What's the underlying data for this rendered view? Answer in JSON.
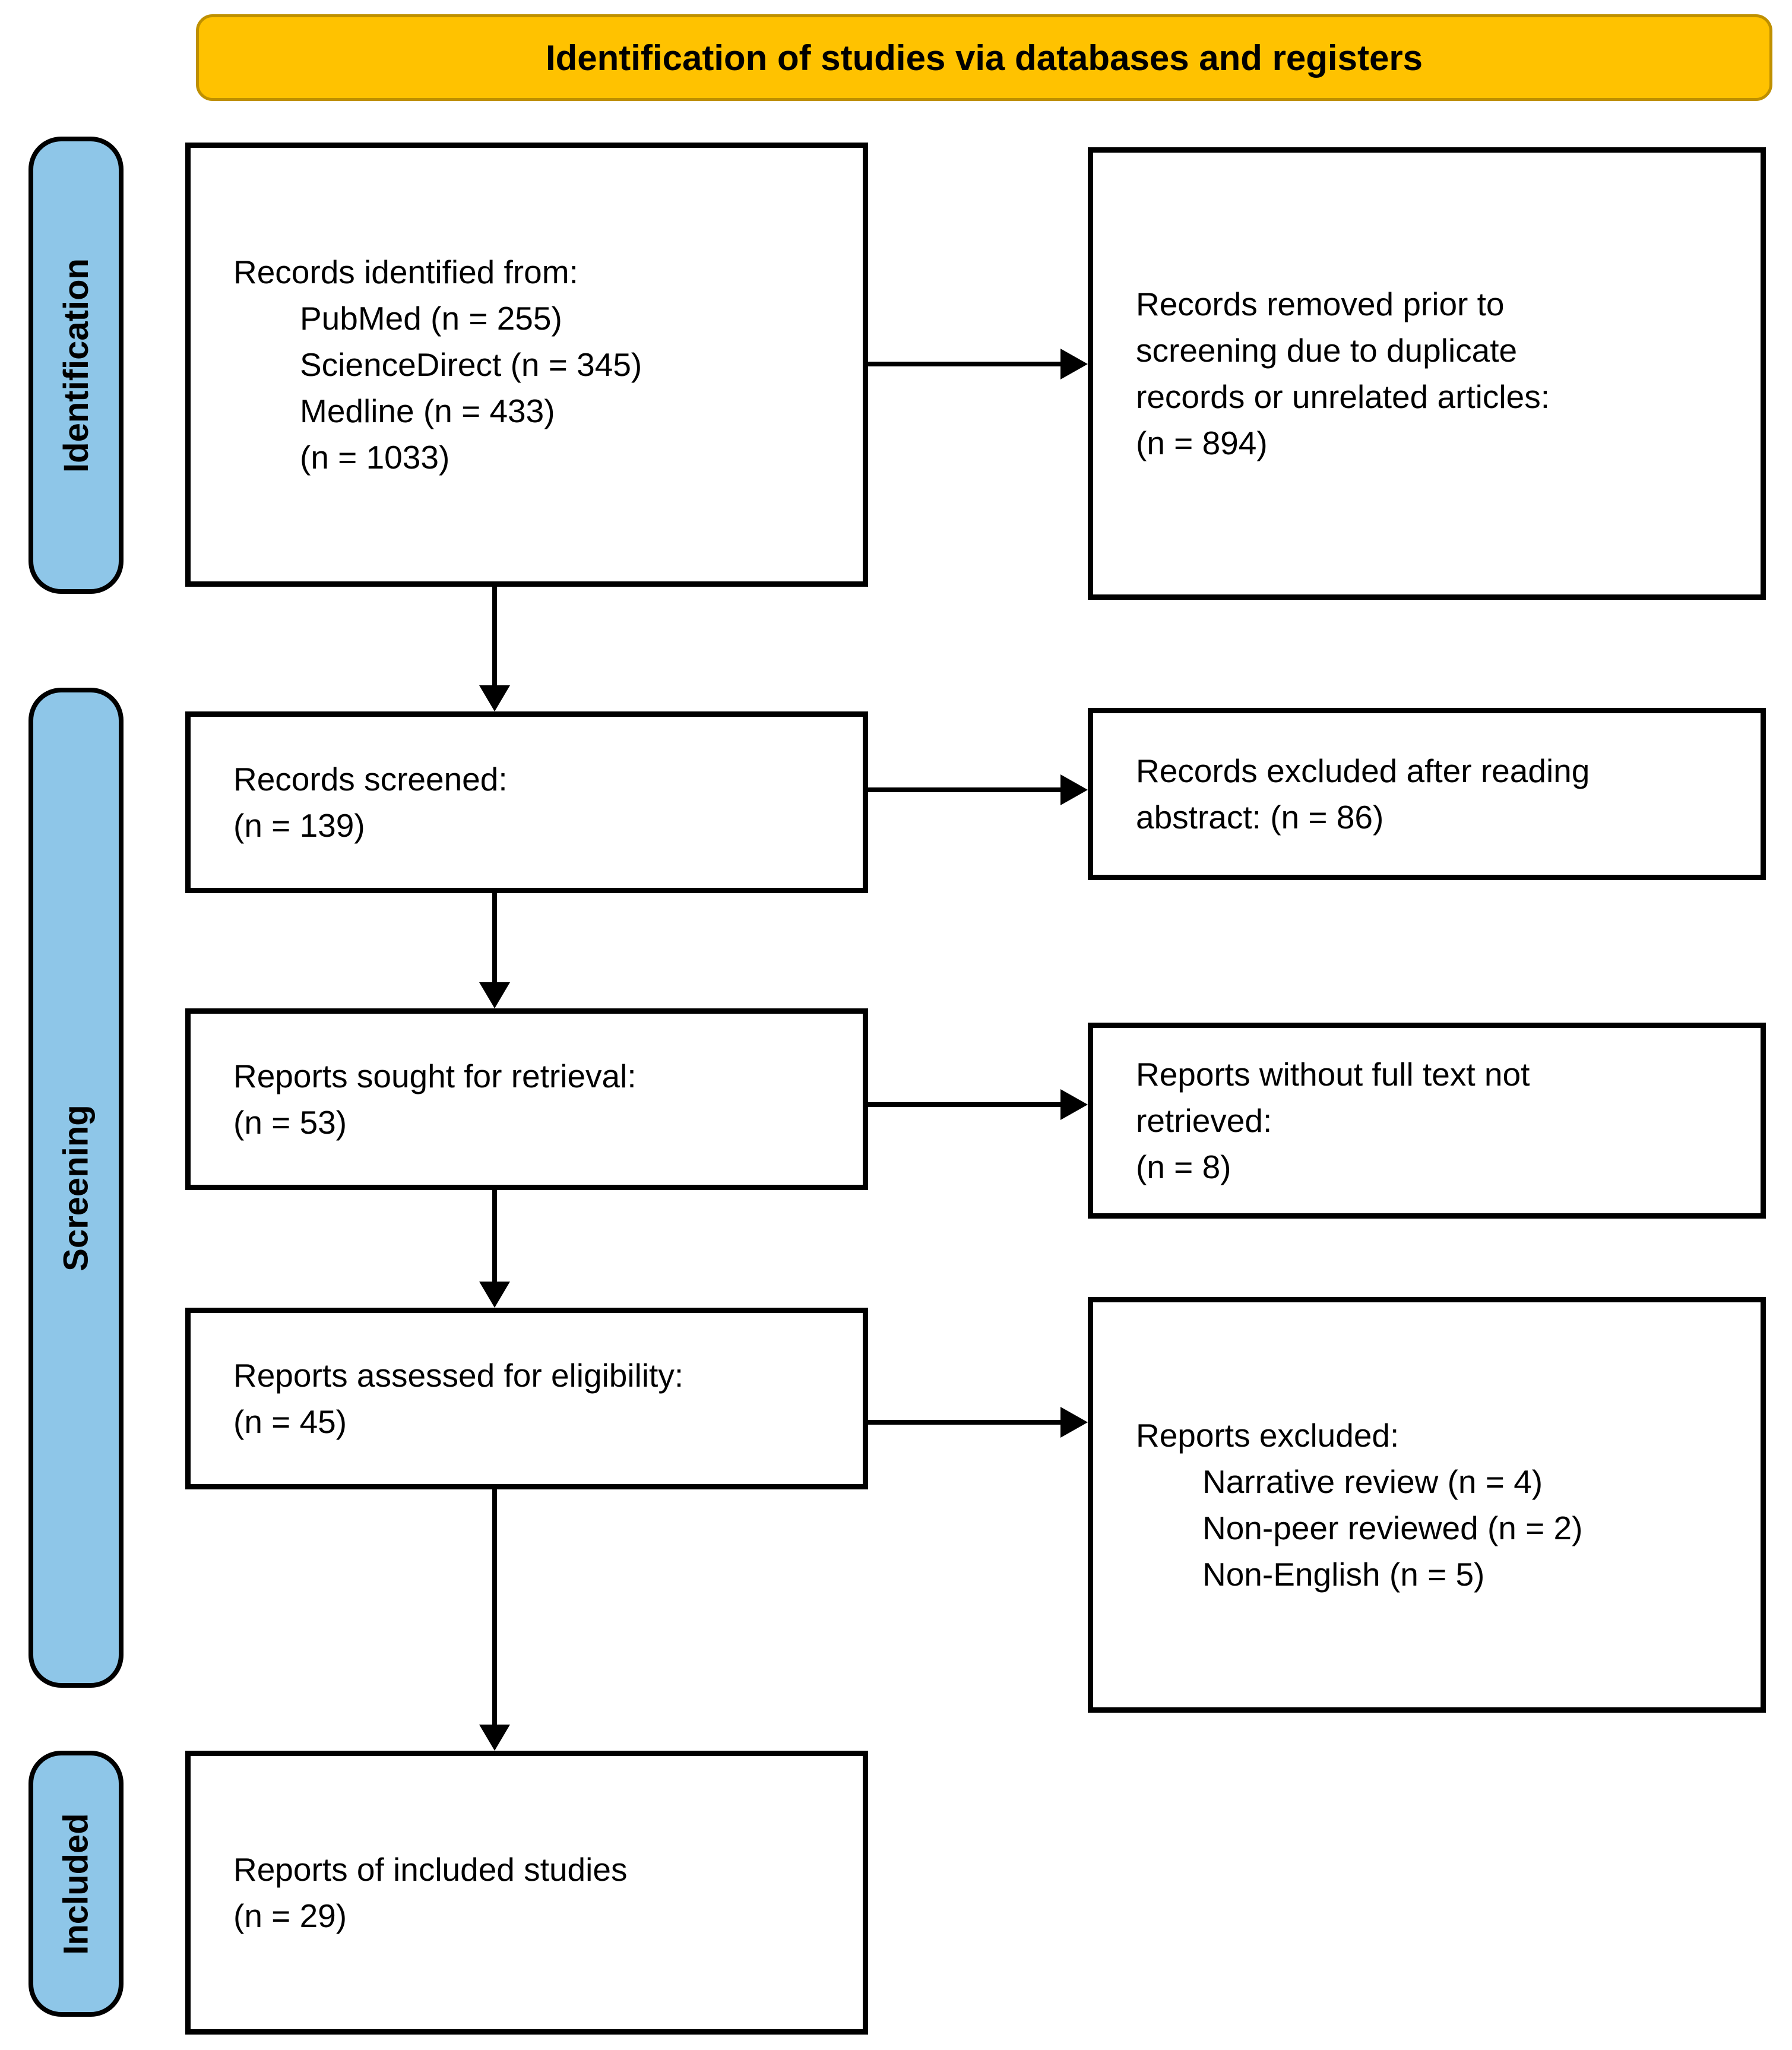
{
  "banner": {
    "label": "Identification of studies via databases and registers"
  },
  "sidebar": {
    "items": [
      {
        "label": "Identification"
      },
      {
        "label": "Screening"
      },
      {
        "label": "Included"
      }
    ]
  },
  "boxes": {
    "records_identified": {
      "lines": [
        "Records identified from:",
        "PubMed (n = 255)",
        "ScienceDirect (n = 345)",
        "Medline (n = 433)",
        "(n = 1033)"
      ]
    },
    "records_removed": {
      "lines": [
        "Records removed prior to",
        "screening due to duplicate",
        "records or unrelated articles:",
        "(n = 894)"
      ]
    },
    "records_screened": {
      "lines": [
        "Records screened:",
        "(n = 139)"
      ]
    },
    "records_excluded_abstract": {
      "lines": [
        "Records excluded after reading",
        "abstract: (n = 86)"
      ]
    },
    "reports_sought": {
      "lines": [
        "Reports sought for retrieval:",
        "(n = 53)"
      ]
    },
    "reports_not_retrieved": {
      "lines": [
        "Reports without full text not",
        "retrieved:",
        "(n = 8)"
      ]
    },
    "reports_assessed": {
      "lines": [
        "Reports assessed for eligibility:",
        "(n = 45)"
      ]
    },
    "reports_excluded": {
      "lines": [
        "Reports excluded:",
        "Narrative review (n = 4)",
        "Non-peer reviewed (n = 2)",
        "Non-English (n = 5)"
      ]
    },
    "reports_included": {
      "lines": [
        "Reports of included studies",
        "(n = 29)"
      ]
    }
  },
  "colors": {
    "banner-fill": "#FFC200",
    "banner-border": "#BF9000",
    "sidebar-fill": "#8EC6E8",
    "box-border": "#000000",
    "background": "#FFFFFF"
  }
}
